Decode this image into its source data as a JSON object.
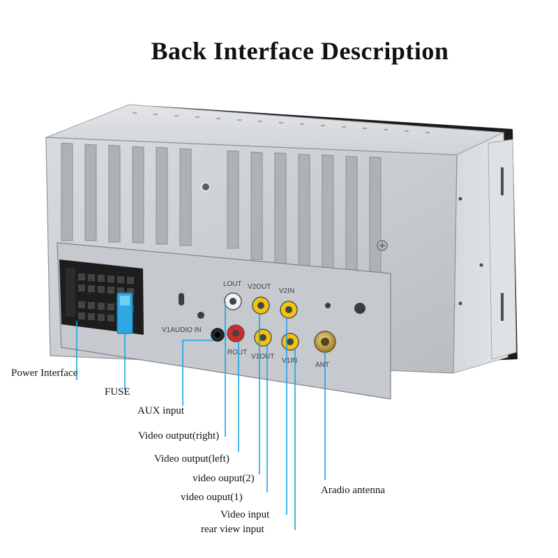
{
  "title": "Back Interface Description",
  "panel_markings": {
    "lout": "LOUT",
    "v2out": "V2OUT",
    "v2in": "V2IN",
    "rout": "ROUT",
    "v1out": "V1OUT",
    "v1in": "V1IN",
    "ant": "ANT",
    "v1audio_in": "V1AUDIO IN"
  },
  "labels": {
    "power_interface": "Power Interface",
    "fuse": "FUSE",
    "aux_input": "AUX input",
    "video_output_right": "Video output(right)",
    "video_output_left": "Video output(left)",
    "video_ouput_2": "video ouput(2)",
    "video_ouput_1": "video ouput(1)",
    "video_input": "Video input",
    "rear_view_input": "rear view input",
    "aradio_antenna": "Aradio antenna"
  },
  "colors": {
    "leader_line": "#1aa3e6",
    "chassis": "#c9ccd0",
    "faceplate": "#1b1b1b",
    "rca_white": "#f2f2f2",
    "rca_red": "#d62828",
    "rca_yellow": "#f1c40f",
    "fuse_blue": "#2fa7e0",
    "antenna_gold": "#d8b04a"
  }
}
